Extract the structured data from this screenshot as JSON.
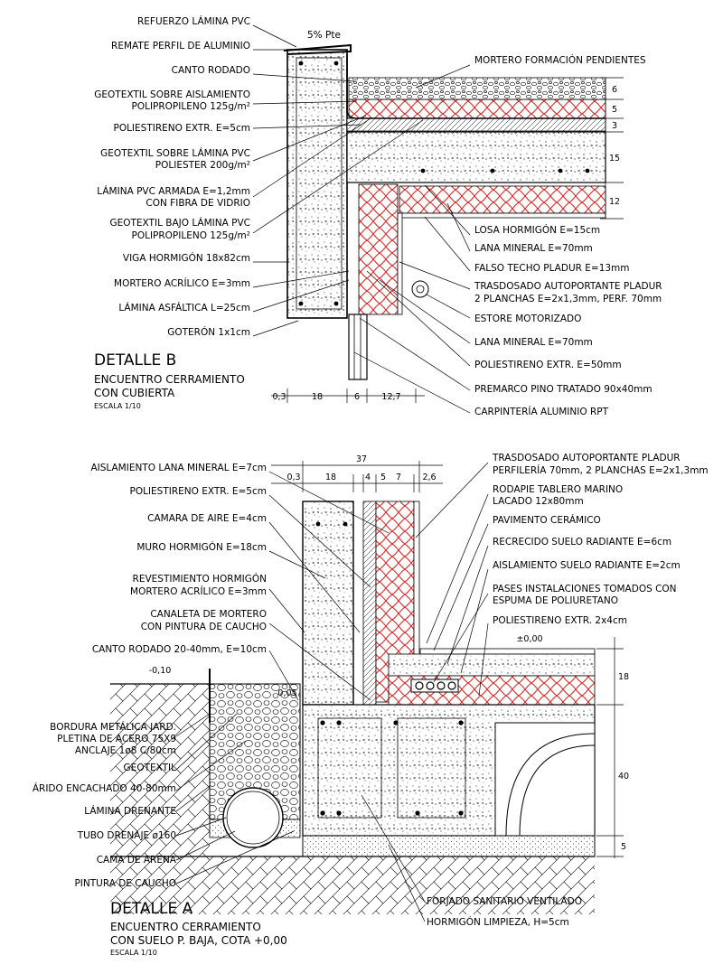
{
  "detail_b": {
    "title": "DETALLE B",
    "subtitle_1": "ENCUENTRO CERRAMIENTO",
    "subtitle_2": "CON CUBIERTA",
    "scale": "ESCALA 1/10",
    "slope": "5% Pte",
    "labels_left": [
      {
        "l1": "REFUERZO LÁMINA PVC",
        "l2": ""
      },
      {
        "l1": "REMATE PERFIL DE ALUMINIO",
        "l2": ""
      },
      {
        "l1": "CANTO RODADO",
        "l2": ""
      },
      {
        "l1": "GEOTEXTIL SOBRE AISLAMIENTO",
        "l2": "POLIPROPILENO 125g/m²"
      },
      {
        "l1": "POLIESTIRENO EXTR. E=5cm",
        "l2": ""
      },
      {
        "l1": "GEOTEXTIL SOBRE LÁMINA PVC",
        "l2": "POLIESTER 200g/m²"
      },
      {
        "l1": "LÁMINA PVC ARMADA E=1,2mm",
        "l2": "CON FIBRA DE VIDRIO"
      },
      {
        "l1": "GEOTEXTIL BAJO LÁMINA PVC",
        "l2": "POLIPROPILENO 125g/m²"
      },
      {
        "l1": "VIGA HORMIGÓN 18x82cm",
        "l2": ""
      },
      {
        "l1": "MORTERO ACRÍLICO E=3mm",
        "l2": ""
      },
      {
        "l1": "LÁMINA ASFÁLTICA L=25cm",
        "l2": ""
      },
      {
        "l1": "GOTERÓN 1x1cm",
        "l2": ""
      }
    ],
    "labels_right": [
      {
        "l1": "MORTERO FORMACIÓN PENDIENTES",
        "l2": ""
      },
      {
        "l1": "LOSA HORMIGÓN E=15cm",
        "l2": ""
      },
      {
        "l1": "LANA MINERAL E=70mm",
        "l2": ""
      },
      {
        "l1": "FALSO TECHO PLADUR E=13mm",
        "l2": ""
      },
      {
        "l1": "TRASDOSADO AUTOPORTANTE PLADUR",
        "l2": "2 PLANCHAS E=2x1,3mm, PERF. 70mm"
      },
      {
        "l1": "ESTORE MOTORIZADO",
        "l2": ""
      },
      {
        "l1": "LANA MINERAL E=70mm",
        "l2": ""
      },
      {
        "l1": "POLIESTIRENO EXTR. E=50mm",
        "l2": ""
      },
      {
        "l1": "PREMARCO PINO TRATADO 90x40mm",
        "l2": ""
      },
      {
        "l1": "CARPINTERÍA ALUMINIO RPT",
        "l2": ""
      }
    ],
    "dims_right": [
      "6",
      "5",
      "3",
      "15",
      "12"
    ],
    "dims_bottom": [
      "0,3",
      "18",
      "6",
      "12,7"
    ]
  },
  "detail_a": {
    "title": "DETALLE A",
    "subtitle_1": "ENCUENTRO CERRAMIENTO",
    "subtitle_2": "CON SUELO P. BAJA, COTA +0,00",
    "scale": "ESCALA 1/10",
    "level_ext": "-0,10",
    "level_int": "±0,00",
    "edge_dim": "0,05",
    "dims_top_total": "37",
    "dims_top": [
      "0,3",
      "18",
      "4",
      "5",
      "7",
      "2,6"
    ],
    "dims_right": [
      "18",
      "40",
      "5"
    ],
    "labels_left": [
      {
        "l1": "AISLAMIENTO LANA MINERAL E=7cm",
        "l2": ""
      },
      {
        "l1": "POLIESTIRENO EXTR. E=5cm",
        "l2": ""
      },
      {
        "l1": "CAMARA DE AIRE E=4cm",
        "l2": ""
      },
      {
        "l1": "MURO HORMIGÓN E=18cm",
        "l2": ""
      },
      {
        "l1": "REVESTIMIENTO HORMIGÓN",
        "l2": "MORTERO ACRÍLICO E=3mm"
      },
      {
        "l1": "CANALETA DE MORTERO",
        "l2": "CON PINTURA DE CAUCHO"
      },
      {
        "l1": "CANTO RODADO 20-40mm, E=10cm",
        "l2": ""
      },
      {
        "l1": "BORDURA METÁLICA JARD.",
        "l2": "PLETINA DE ACERO 75X9",
        "l3": "ANCLAJE 1ø8 C/80cm"
      },
      {
        "l1": "GEOTEXTIL",
        "l2": ""
      },
      {
        "l1": "ÁRIDO ENCACHADO 40-80mm",
        "l2": ""
      },
      {
        "l1": "LÁMINA DRENANTE",
        "l2": ""
      },
      {
        "l1": "TUBO DRENAJE ø160",
        "l2": ""
      },
      {
        "l1": "CAMA DE ARENA",
        "l2": ""
      },
      {
        "l1": "PINTURA DE CAUCHO",
        "l2": ""
      }
    ],
    "labels_right": [
      {
        "l1": "TRASDOSADO AUTOPORTANTE PLADUR",
        "l2": "PERFILERÍA 70mm, 2 PLANCHAS E=2x1,3mm"
      },
      {
        "l1": "RODAPIE TABLERO MARINO",
        "l2": "LACADO 12x80mm"
      },
      {
        "l1": "PAVIMENTO CERÁMICO",
        "l2": ""
      },
      {
        "l1": "RECRECIDO SUELO RADIANTE E=6cm",
        "l2": ""
      },
      {
        "l1": "AISLAMIENTO SUELO RADIANTE E=2cm",
        "l2": ""
      },
      {
        "l1": "PASES INSTALACIONES TOMADOS CON",
        "l2": "ESPUMA DE POLIURETANO"
      },
      {
        "l1": "POLIESTIRENO EXTR. 2x4cm",
        "l2": ""
      }
    ],
    "labels_bottom": [
      {
        "l1": "FORJADO SANITARIO VENTILADO",
        "l2": ""
      },
      {
        "l1": "HORMIGÓN LIMPIEZA, H=5cm",
        "l2": ""
      }
    ]
  }
}
